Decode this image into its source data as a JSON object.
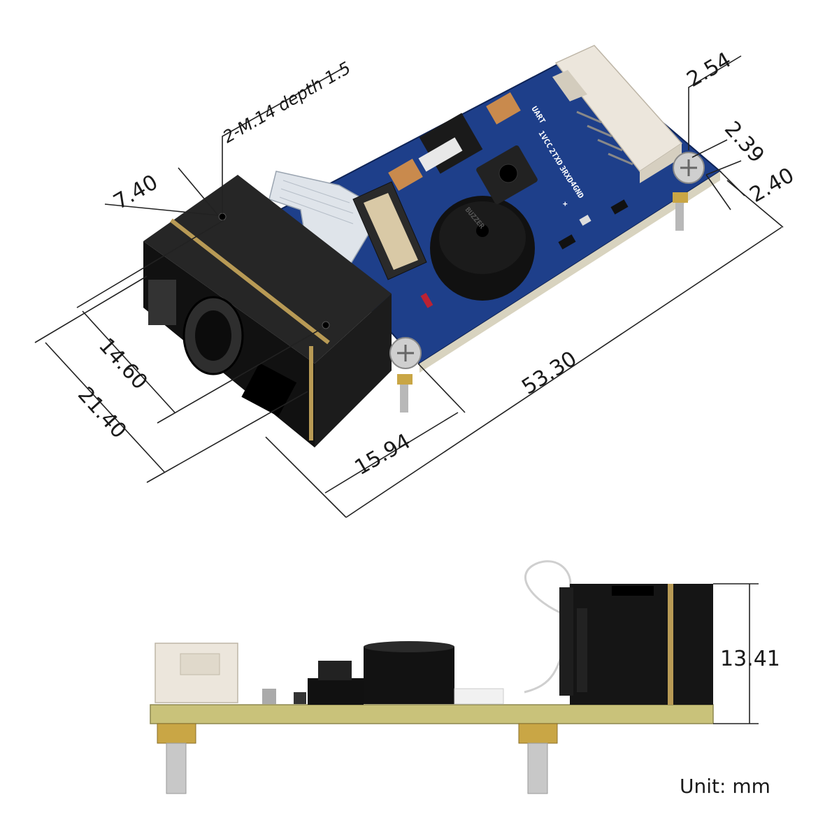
{
  "dimensions": {
    "hole_note": "2-M.14 depth 1.5",
    "width_front": "7.40",
    "width_mid": "14.60",
    "width_total": "21.40",
    "length_total": "53.30",
    "hole_offset": "15.94",
    "pin_pitch": "2.54",
    "hole_x": "2.39",
    "hole_y": "2.40",
    "height": "13.41"
  },
  "pcb_labels": {
    "uart": "UART",
    "vcc": "1VCC",
    "txd": "2TXD",
    "rxd": "3RXD",
    "gnd": "4GND",
    "plus": "+",
    "buzzer": "BUZZER"
  },
  "unit_label": "Unit: mm",
  "colors": {
    "pcb_blue": "#1e3f8a",
    "pcb_side": "#c9c27a",
    "connector": "#ece6dc",
    "scanner_black": "#141414",
    "brass": "#c9a645"
  }
}
